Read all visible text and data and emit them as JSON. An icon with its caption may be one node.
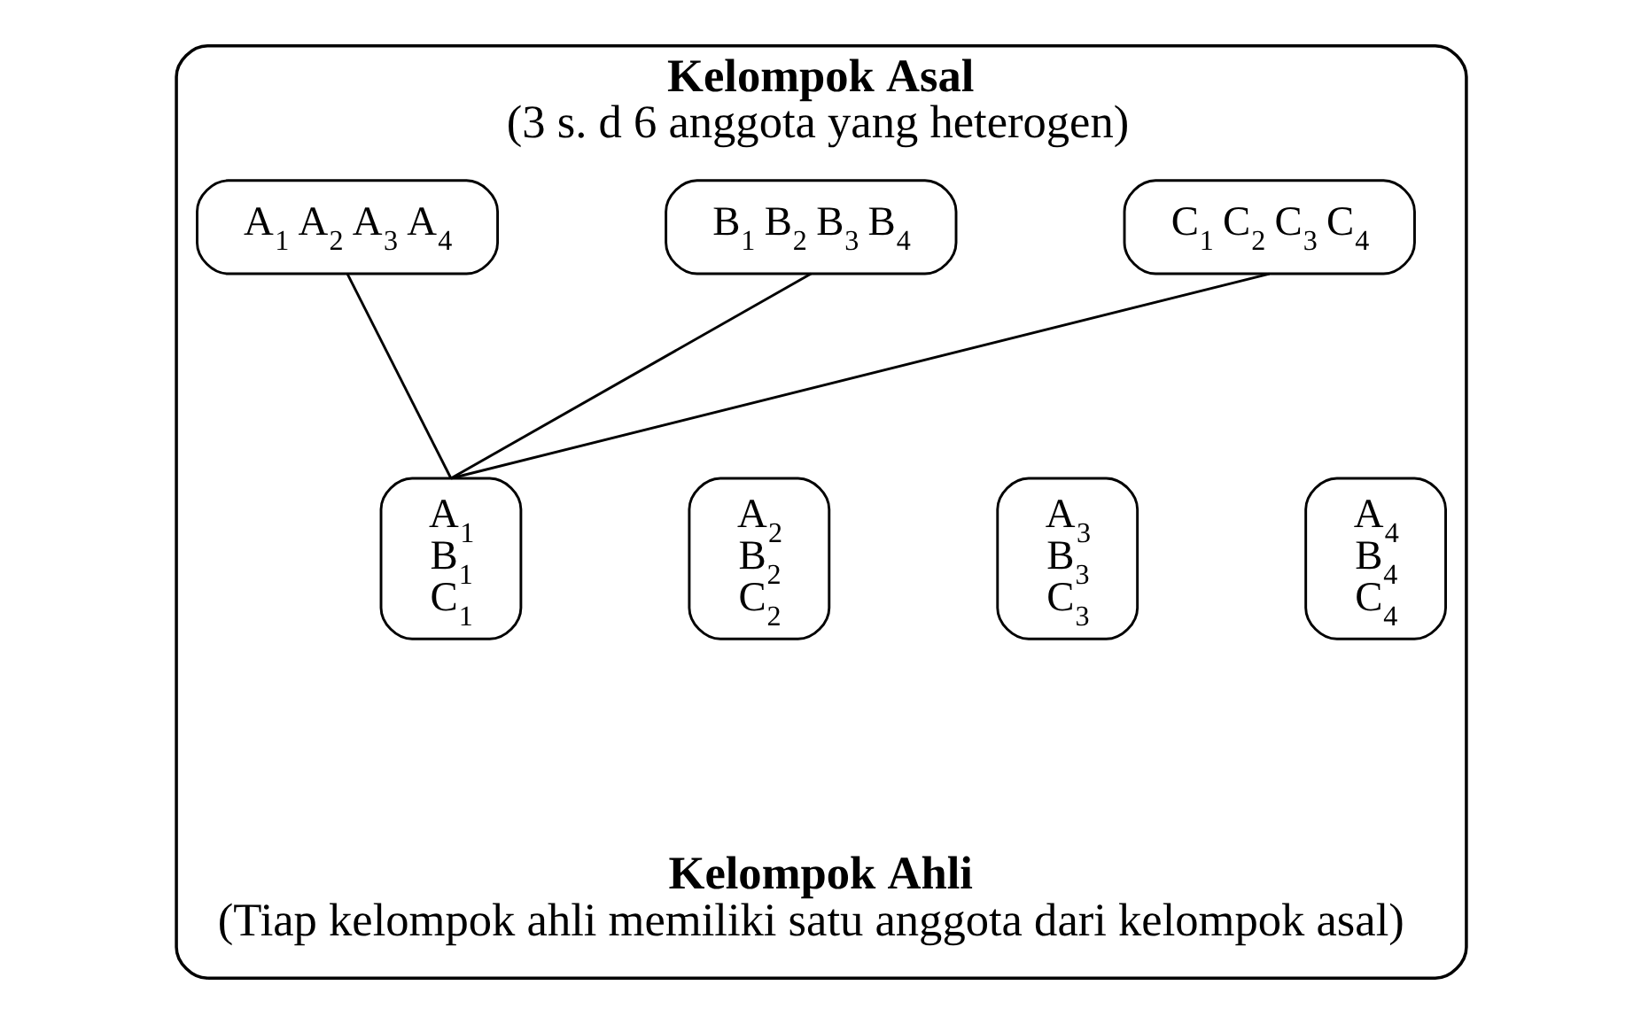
{
  "diagram": {
    "nodes": [
      {
        "text": [
          "Kelompok Asal",
          "(3 s. d 6 anggota yang heterogen)"
        ]
      },
      {
        "text": [
          "A$_{1}$ A$_{2}$ A$_{3}$ A$_{4}$"
        ],
        "in": 0
      },
      {
        "text": [
          "B$_{1}$ B$_{2}$ B$_{3}$ B$_{4}$"
        ],
        "in": 0
      },
      {
        "text": [
          "C$_{1}$ C$_{2}$ C$_{3}$ C$_{4}$"
        ],
        "in": 0
      },
      {
        "text": [
          "A$_{1}$ B$_{1}$ C$_{1}$"
        ],
        "in": 0
      },
      {
        "text": [
          "A$_{2}$ B$_{2}$ C$_{2}$"
        ],
        "in": 0
      },
      {
        "text": [
          "A$_{3}$ B$_{3}$ C$_{3}$"
        ],
        "in": 0
      },
      {
        "text": [
          "A$_{4}$ B$_{4}$ C$_{4}$"
        ],
        "in": 0
      }
    ],
    "edges": [
      {
        "from": 1,
        "to": 4,
        "arrow": "none"
      },
      {
        "from": 2,
        "to": 4,
        "arrow": "none"
      },
      {
        "from": 3,
        "to": 4,
        "arrow": "none"
      }
    ],
    "labels": [
      "Kelompok Ahli",
      "(Tiap kelompok ahli memiliki satu anggota dari kelompok asal)"
    ]
  }
}
